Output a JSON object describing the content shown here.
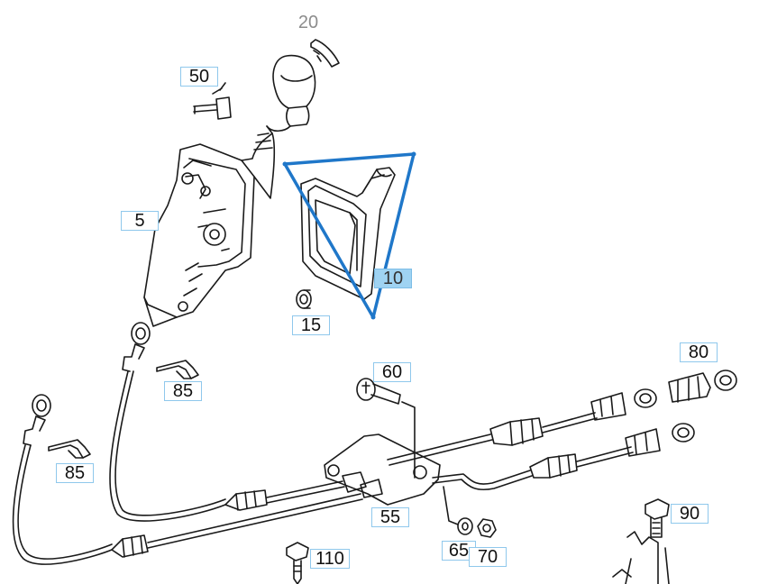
{
  "diagram": {
    "selection_color": "#1f77c9",
    "hotspot_border_color": "#8fc8ec",
    "hotspot_active_color": "#9fd3f2",
    "selected_part": "10",
    "callouts": {
      "c20": "20",
      "c50": "50",
      "c5": "5",
      "c10": "10",
      "c15": "15",
      "c80": "80",
      "c60": "60",
      "c85a": "85",
      "c85b": "85",
      "c55": "55",
      "c90": "90",
      "c65": "65",
      "c70": "70",
      "c110": "110"
    }
  }
}
